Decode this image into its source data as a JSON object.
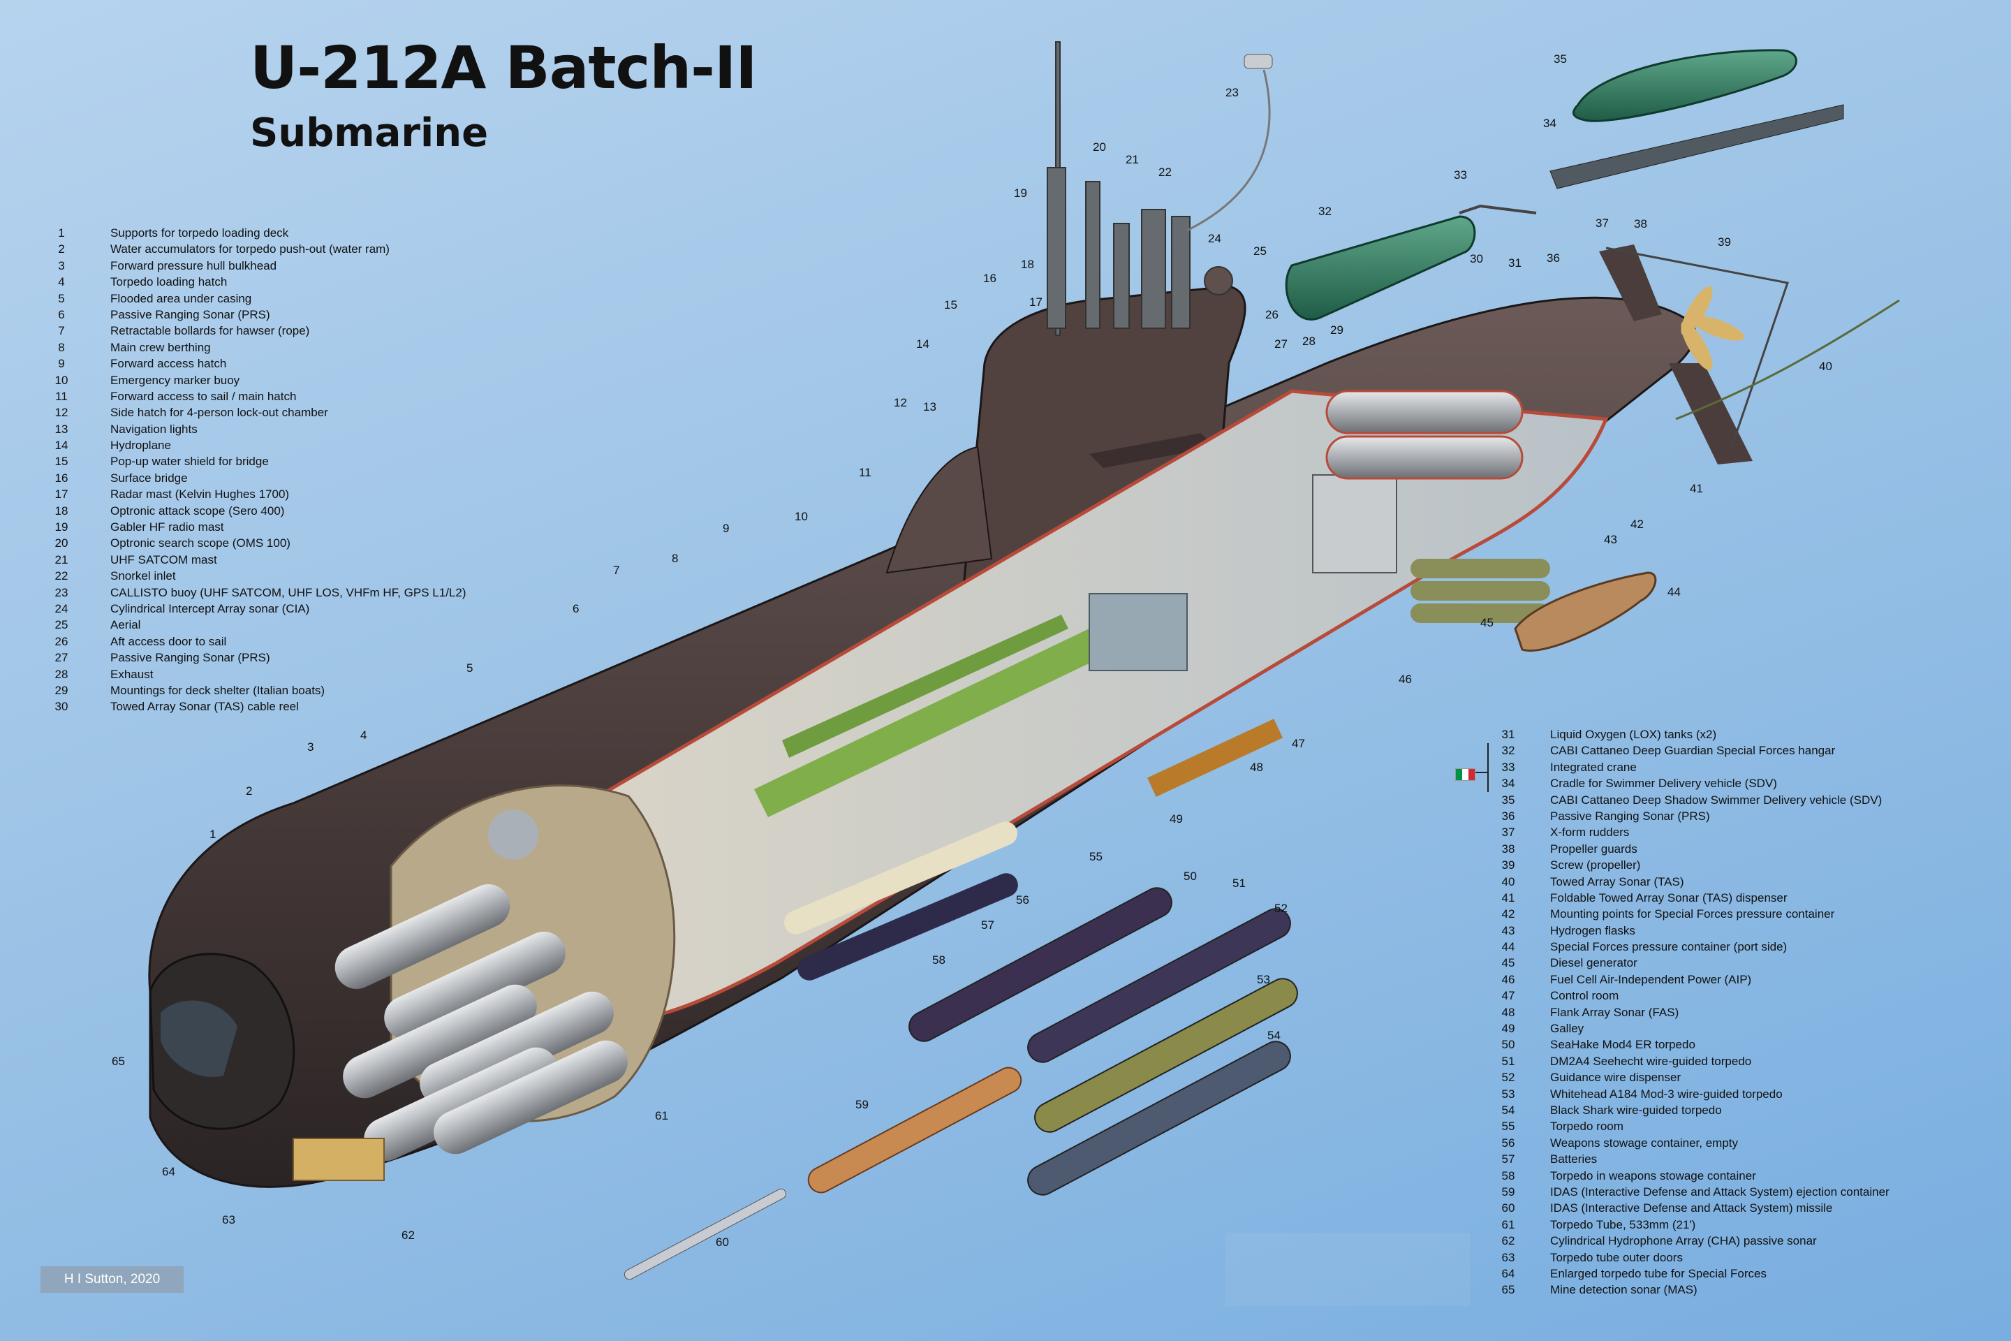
{
  "title": "U-212A Batch-II",
  "subtitle": "Submarine",
  "credit": "H I Sutton, 2020",
  "flag_colors": [
    "#009246",
    "#ffffff",
    "#ce2b37"
  ],
  "legend_left": [
    {
      "n": "1",
      "text": "Supports for torpedo loading deck"
    },
    {
      "n": "2",
      "text": "Water accumulators for torpedo push-out (water ram)"
    },
    {
      "n": "3",
      "text": "Forward pressure hull bulkhead"
    },
    {
      "n": "4",
      "text": "Torpedo loading hatch"
    },
    {
      "n": "5",
      "text": "Flooded area under casing"
    },
    {
      "n": "6",
      "text": "Passive Ranging Sonar (PRS)"
    },
    {
      "n": "7",
      "text": "Retractable bollards for hawser (rope)"
    },
    {
      "n": "8",
      "text": "Main crew berthing"
    },
    {
      "n": "9",
      "text": "Forward access hatch"
    },
    {
      "n": "10",
      "text": "Emergency marker buoy"
    },
    {
      "n": "11",
      "text": "Forward access to sail / main hatch"
    },
    {
      "n": "12",
      "text": "Side hatch for 4-person lock-out chamber"
    },
    {
      "n": "13",
      "text": "Navigation lights"
    },
    {
      "n": "14",
      "text": "Hydroplane"
    },
    {
      "n": "15",
      "text": "Pop-up water shield for bridge"
    },
    {
      "n": "16",
      "text": "Surface bridge"
    },
    {
      "n": "17",
      "text": "Radar mast (Kelvin Hughes 1700)"
    },
    {
      "n": "18",
      "text": "Optronic attack scope (Sero 400)"
    },
    {
      "n": "19",
      "text": "Gabler HF radio mast"
    },
    {
      "n": "20",
      "text": "Optronic search scope (OMS 100)"
    },
    {
      "n": "21",
      "text": "UHF SATCOM mast"
    },
    {
      "n": "22",
      "text": "Snorkel inlet"
    },
    {
      "n": "23",
      "text": "CALLISTO buoy (UHF SATCOM, UHF LOS, VHFm HF, GPS L1/L2)"
    },
    {
      "n": "24",
      "text": "Cylindrical Intercept Array sonar (CIA)"
    },
    {
      "n": "25",
      "text": "Aerial"
    },
    {
      "n": "26",
      "text": "Aft access door to sail"
    },
    {
      "n": "27",
      "text": "Passive Ranging Sonar (PRS)"
    },
    {
      "n": "28",
      "text": "Exhaust"
    },
    {
      "n": "29",
      "text": "Mountings for deck shelter (Italian boats)"
    },
    {
      "n": "30",
      "text": "Towed Array Sonar (TAS) cable reel"
    }
  ],
  "legend_right": [
    {
      "n": "31",
      "text": "Liquid Oxygen (LOX) tanks (x2)"
    },
    {
      "n": "32",
      "text": "CABI Cattaneo Deep Guardian Special Forces hangar"
    },
    {
      "n": "33",
      "text": "Integrated crane"
    },
    {
      "n": "34",
      "text": "Cradle for Swimmer Delivery vehicle (SDV)"
    },
    {
      "n": "35",
      "text": "CABI Cattaneo Deep Shadow Swimmer Delivery vehicle (SDV)"
    },
    {
      "n": "36",
      "text": "Passive Ranging Sonar (PRS)"
    },
    {
      "n": "37",
      "text": "X-form rudders"
    },
    {
      "n": "38",
      "text": "Propeller guards"
    },
    {
      "n": "39",
      "text": "Screw (propeller)"
    },
    {
      "n": "40",
      "text": "Towed Array Sonar (TAS)"
    },
    {
      "n": "41",
      "text": "Foldable Towed Array Sonar (TAS) dispenser"
    },
    {
      "n": "42",
      "text": "Mounting points for Special Forces pressure container"
    },
    {
      "n": "43",
      "text": "Hydrogen flasks"
    },
    {
      "n": "44",
      "text": "Special Forces pressure container (port side)"
    },
    {
      "n": "45",
      "text": "Diesel generator"
    },
    {
      "n": "46",
      "text": "Fuel Cell Air-Independent Power (AIP)"
    },
    {
      "n": "47",
      "text": "Control room"
    },
    {
      "n": "48",
      "text": "Flank Array Sonar (FAS)"
    },
    {
      "n": "49",
      "text": "Galley"
    },
    {
      "n": "50",
      "text": "SeaHake Mod4 ER torpedo"
    },
    {
      "n": "51",
      "text": "DM2A4 Seehecht wire-guided torpedo"
    },
    {
      "n": "52",
      "text": "Guidance wire dispenser"
    },
    {
      "n": "53",
      "text": "Whitehead A184 Mod-3 wire-guided torpedo"
    },
    {
      "n": "54",
      "text": "Black Shark wire-guided torpedo"
    },
    {
      "n": "55",
      "text": "Torpedo room"
    },
    {
      "n": "56",
      "text": "Weapons stowage container, empty"
    },
    {
      "n": "57",
      "text": "Batteries"
    },
    {
      "n": "58",
      "text": "Torpedo in weapons stowage container"
    },
    {
      "n": "59",
      "text": "IDAS (Interactive Defense and Attack System) ejection container"
    },
    {
      "n": "60",
      "text": "IDAS (Interactive Defense and Attack System) missile"
    },
    {
      "n": "61",
      "text": "Torpedo Tube, 533mm (21')"
    },
    {
      "n": "62",
      "text": "Cylindrical Hydrophone Array (CHA) passive sonar"
    },
    {
      "n": "63",
      "text": "Torpedo tube outer doors"
    },
    {
      "n": "64",
      "text": "Enlarged torpedo tube for Special Forces"
    },
    {
      "n": "65",
      "text": "Mine detection sonar (MAS)"
    }
  ],
  "callouts": [
    "1",
    "2",
    "3",
    "4",
    "5",
    "6",
    "7",
    "8",
    "9",
    "10",
    "11",
    "12",
    "13",
    "14",
    "15",
    "16",
    "17",
    "18",
    "19",
    "20",
    "21",
    "22",
    "23",
    "24",
    "25",
    "26",
    "27",
    "28",
    "29",
    "30",
    "31",
    "32",
    "33",
    "34",
    "35",
    "36",
    "37",
    "38",
    "39",
    "40",
    "41",
    "42",
    "43",
    "44",
    "45",
    "46",
    "47",
    "48",
    "49",
    "50",
    "51",
    "52",
    "53",
    "54",
    "55",
    "56",
    "57",
    "58",
    "59",
    "60",
    "61",
    "62",
    "63",
    "64",
    "65"
  ]
}
